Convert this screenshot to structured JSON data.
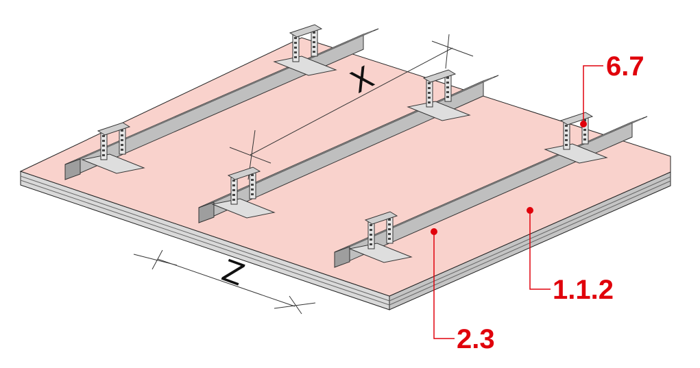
{
  "colors": {
    "board_top": "#f9d2cc",
    "board_side_light": "#e3e3e3",
    "board_side_dark": "#bdbdbd",
    "profile": "#c2c2c2",
    "profile_dark": "#8c8c8c",
    "callout": "#e0000b",
    "line": "#222222"
  },
  "dimensions": {
    "x_label": "X",
    "z_label": "Z"
  },
  "callouts": [
    {
      "id": "bracket",
      "label": "6.7"
    },
    {
      "id": "board",
      "label": "1.1.2"
    },
    {
      "id": "profile",
      "label": "2.3"
    }
  ]
}
